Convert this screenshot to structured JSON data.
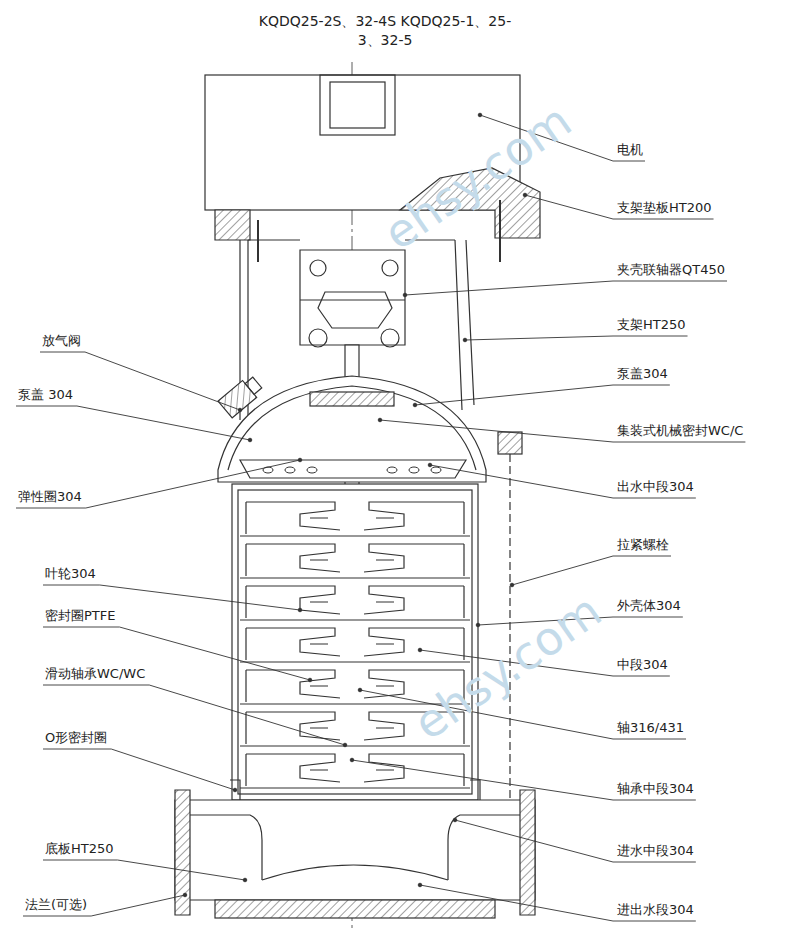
{
  "diagram": {
    "title": "KQDQ25-2S、32-4S KQDQ25-1、25-3、32-5",
    "labels": [
      "电机",
      "支架垫板HT200",
      "夹壳联轴器QT450",
      "支架HT250",
      "泵盖304",
      "集装式机械密封WC/C",
      "出水中段304",
      "拉紧螺栓",
      "外壳体304",
      "中段304",
      "轴316/431",
      "轴承中段304",
      "进水中段304",
      "进出水段304",
      "放气阀",
      "泵盖 304",
      "弹性圈304",
      "叶轮304",
      "密封圈PTFE",
      "滑动轴承WC/WC",
      "O形密封圈",
      "底板HT250",
      "法兰(可选)",
      "ehsy.com",
      "ehsy.com"
    ]
  }
}
